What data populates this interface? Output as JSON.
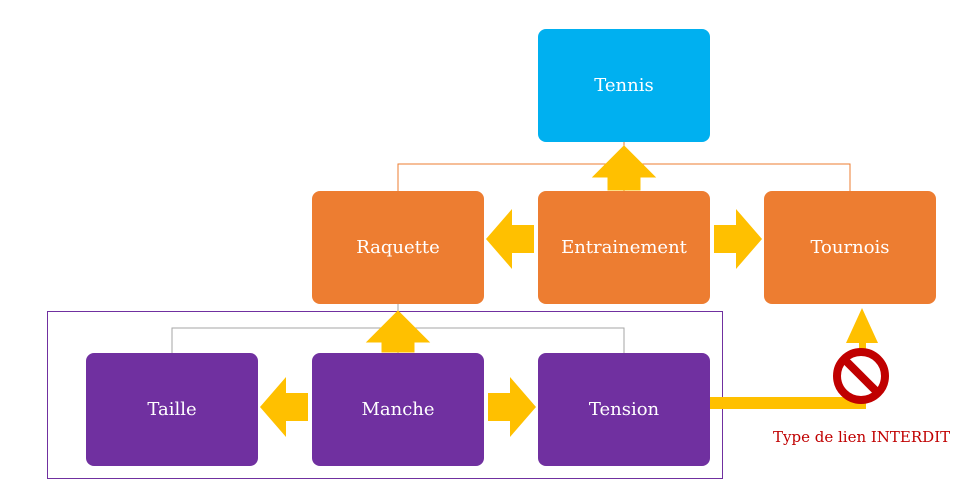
{
  "nodes": {
    "tennis": "Tennis",
    "raquette": "Raquette",
    "entrainement": "Entrainement",
    "tournois": "Tournois",
    "taille": "Taille",
    "manche": "Manche",
    "tension": "Tension"
  },
  "forbidden_link_label": "Type de lien INTERDIT",
  "colors": {
    "root": "#00b0f0",
    "level2": "#ed7d31",
    "level3": "#7030a0",
    "arrow": "#ffc000",
    "forbidden": "#c00000"
  }
}
